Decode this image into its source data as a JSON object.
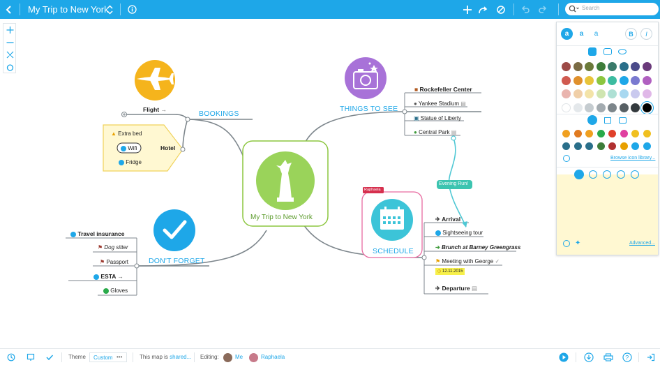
{
  "topbar": {
    "title": "My Trip to New York",
    "search_placeholder": "Search"
  },
  "zoombar": {
    "icons": [
      "plus-icon",
      "minus-icon",
      "fit-icon",
      "center-icon"
    ]
  },
  "map": {
    "central": {
      "label": "My Trip to New York"
    },
    "bookings": {
      "label": "BOOKINGS",
      "flight": "Flight",
      "hotel": "Hotel",
      "extra_bed": "Extra bed",
      "wifi": "Wifi",
      "fridge": "Fridge"
    },
    "things_to_see": {
      "label": "THINGS TO SEE",
      "items": [
        "Rockefeller Center",
        "Yankee Stadium",
        "Statue of Liberty",
        "Central Park"
      ],
      "connection_label": "Evening Run!"
    },
    "schedule": {
      "label": "SCHEDULE",
      "user_badge": "Raphaela",
      "arrival": "Arrival",
      "sightseeing": "Sightseeing tour",
      "brunch": "Brunch at Barney Greengrass",
      "meeting": "Meeting with George",
      "date": "12.11.2015",
      "departure": "Departure"
    },
    "dont_forget": {
      "label": "DON'T FORGET",
      "travel_insurance": "Travel insurance",
      "dog_sitter": "Dog sitter",
      "passport": "Passport",
      "esta": "ESTA",
      "gloves": "Gloves"
    }
  },
  "panel": {
    "font_buttons": [
      "a",
      "a",
      "a"
    ],
    "bold_label": "B",
    "italic_label": "I",
    "palette": [
      [
        "#9c4a46",
        "#7a6b44",
        "#6b7a3a",
        "#3e7d3a",
        "#3a7a6a",
        "#2a6f8a",
        "#4b4b8a",
        "#6a3a7a"
      ],
      [
        "#d05a50",
        "#e0902c",
        "#e8c43a",
        "#8cc63f",
        "#3cbca0",
        "#1ea7e8",
        "#7a7ad0",
        "#b060c0"
      ],
      [
        "#e9b4ae",
        "#f0cfa8",
        "#f3e3a8",
        "#cfe5b0",
        "#aee0d4",
        "#a8d8f0",
        "#c9c9ee",
        "#e0b8e8"
      ],
      [
        "#ffffff",
        "#e4e8eb",
        "#c5ccd0",
        "#a3abb0",
        "#7c858a",
        "#575f64",
        "#33393d",
        "#000000"
      ]
    ],
    "browse_label": "Browse icon library...",
    "advanced_label": "Advanced..."
  },
  "bottombar": {
    "theme_label": "Theme",
    "theme_value": "Custom",
    "theme_more": "•••",
    "shared_prefix": "This map is ",
    "shared_link": "shared...",
    "editing_label": "Editing:",
    "user_me": "Me",
    "user_raphaela": "Raphaela"
  }
}
